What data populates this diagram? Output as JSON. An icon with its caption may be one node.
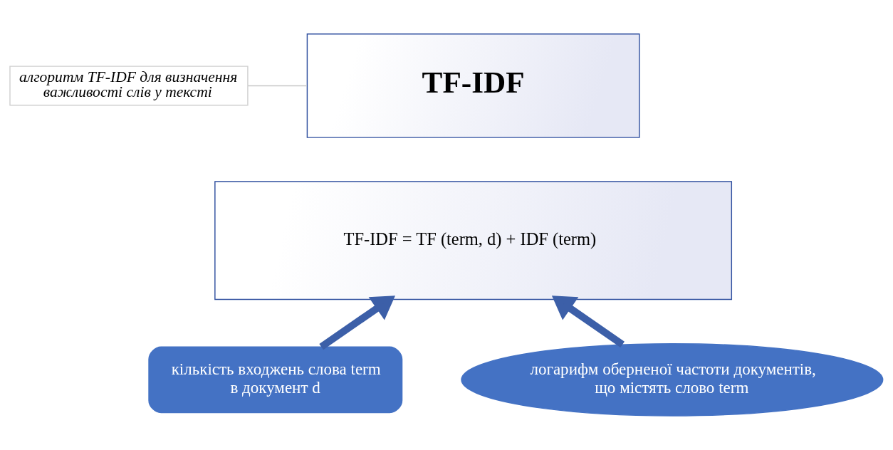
{
  "diagram": {
    "nodes": [
      {
        "text": [
          "TF-IDF"
        ]
      },
      {
        "text": [
          "алгоритм TF-IDF для визначення важливості слів у тексті"
        ]
      },
      {
        "text": [
          "TF-IDF = TF (term, d) + IDF (term)"
        ]
      },
      {
        "text": [
          "кількість входжень слова term в документ d"
        ]
      },
      {
        "text": [
          "логарифм оберненої частоти документів, що містять слово term"
        ]
      }
    ],
    "edges": [
      {
        "from": 1,
        "to": 0,
        "arrow": "none",
        "color": "#c8c8c8"
      },
      {
        "from": 3,
        "to": 2,
        "arrow": "to"
      },
      {
        "from": 4,
        "to": 2,
        "arrow": "to"
      }
    ]
  }
}
